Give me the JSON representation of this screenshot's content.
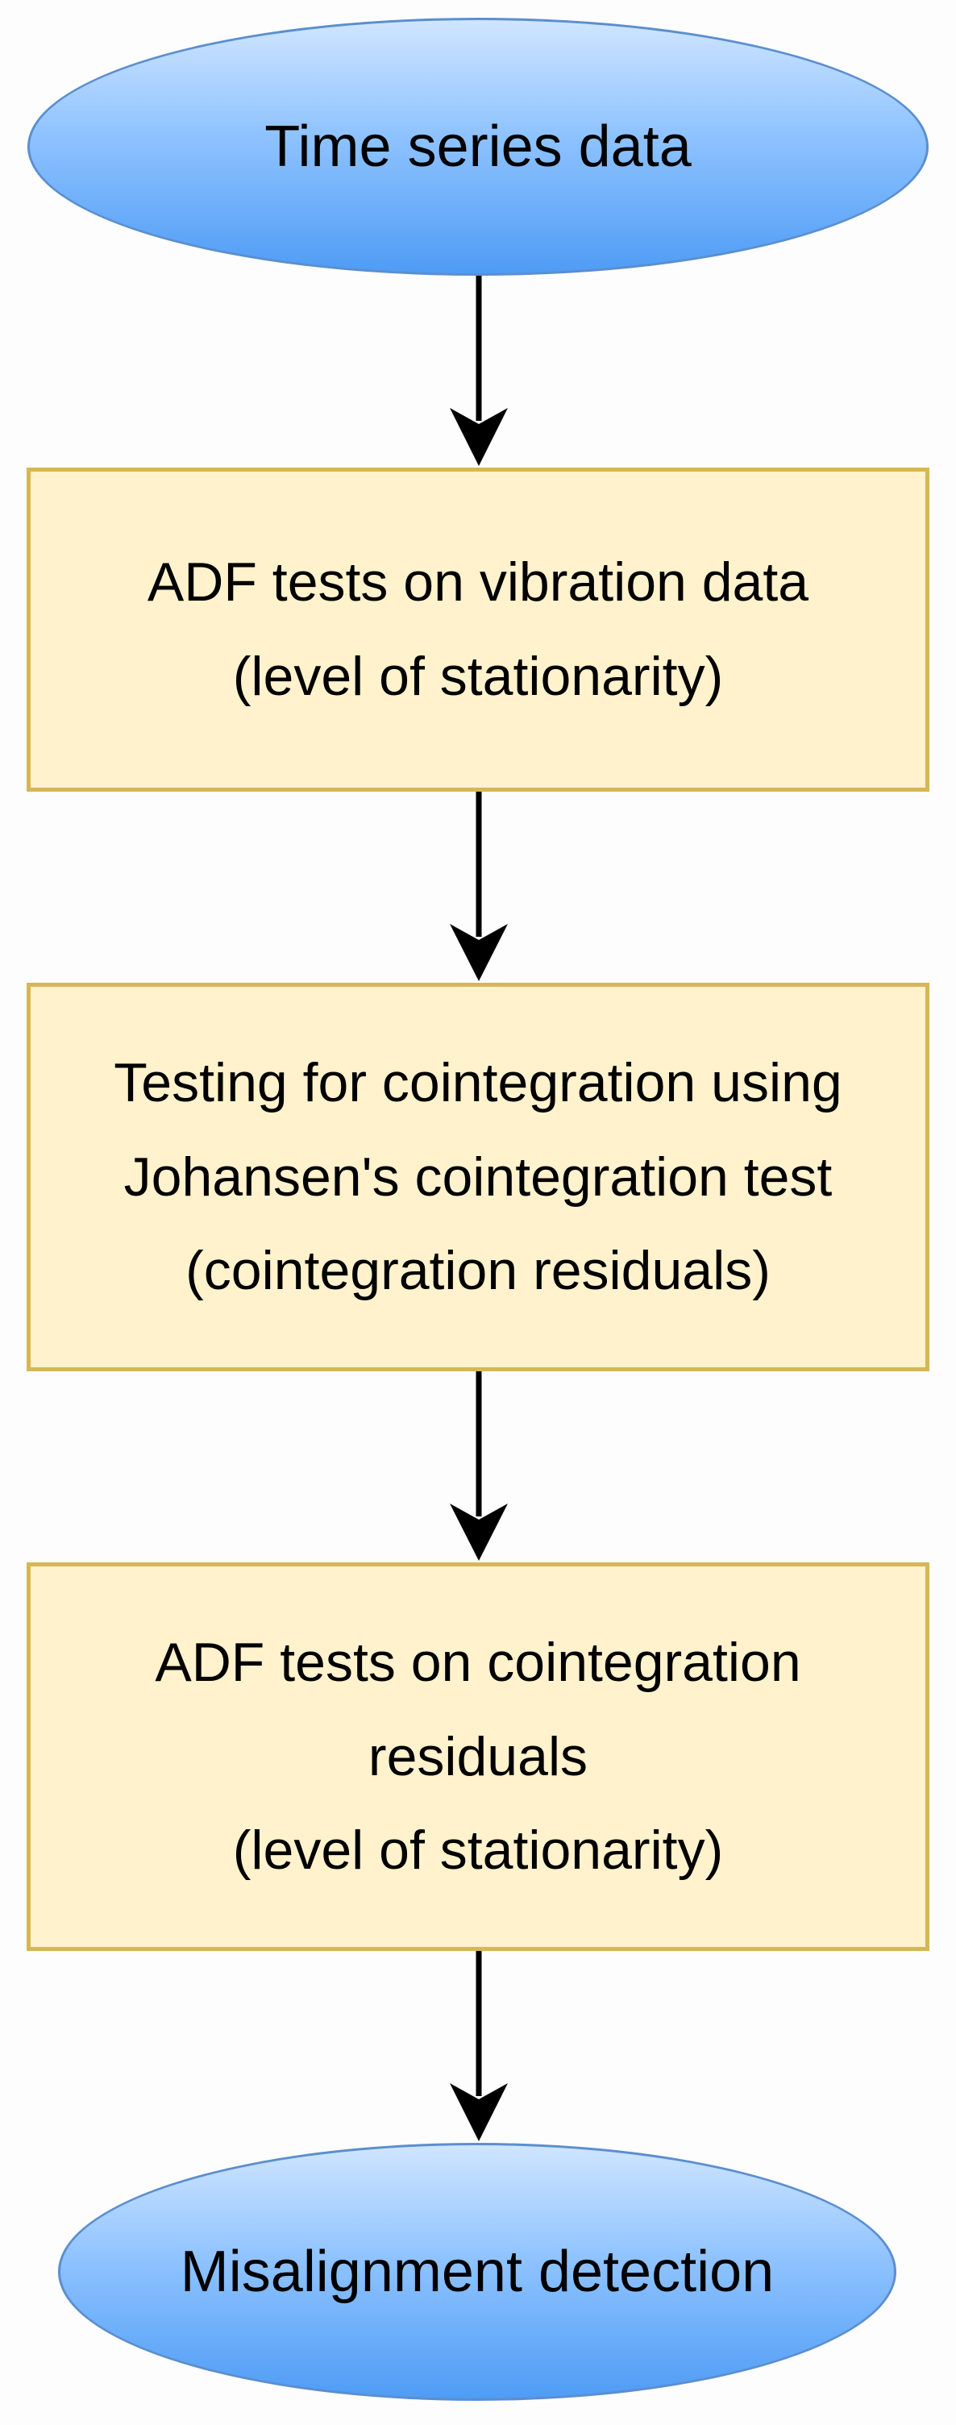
{
  "diagram": {
    "start": {
      "label": "Time series data"
    },
    "steps": [
      {
        "label": "ADF tests on vibration data\n(level of stationarity)"
      },
      {
        "label": "Testing for cointegration using\nJohansen's cointegration test\n(cointegration residuals)"
      },
      {
        "label": "ADF tests on cointegration\nresiduals\n(level of stationarity)"
      }
    ],
    "end": {
      "label": "Misalignment detection"
    },
    "colors": {
      "terminal_fill_top": "#cfe5ff",
      "terminal_fill_bottom": "#4f9cf5",
      "terminal_stroke": "#5b8ecf",
      "process_fill": "#fff2cc",
      "process_stroke": "#d6b656",
      "arrow": "#000000"
    }
  }
}
